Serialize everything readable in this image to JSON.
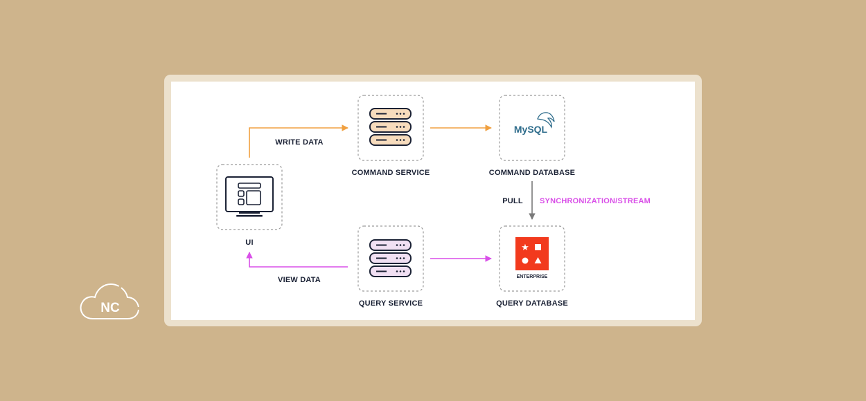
{
  "nodes": {
    "ui": {
      "label": "UI"
    },
    "command_service": {
      "label": "COMMAND SERVICE"
    },
    "command_database": {
      "label": "COMMAND DATABASE",
      "logo_text": "MySQL"
    },
    "query_service": {
      "label": "QUERY SERVICE"
    },
    "query_database": {
      "label": "QUERY DATABASE",
      "logo_text": "ENTERPRISE"
    }
  },
  "edges": {
    "write": {
      "label": "WRITE DATA",
      "color": "#f0a040"
    },
    "view": {
      "label": "VIEW DATA",
      "color": "#d94fe8"
    },
    "pull": {
      "label": "PULL",
      "color": "#7a7a7a"
    },
    "sync": {
      "label": "SYNCHRONIZATION/STREAM",
      "color": "#d94fe8"
    }
  },
  "brand": {
    "logo_text": "NC"
  },
  "colors": {
    "background": "#ceb48c",
    "card_border": "#ece1cd",
    "text": "#1b2235",
    "command_server_fill": "#f7dcbd",
    "query_server_fill": "#f1e0f3",
    "enterprise_red": "#f23a1d",
    "mysql_blue": "#2f6d8c",
    "mysql_orange": "#e48e00"
  },
  "icons": {
    "ui": "monitor-icon",
    "services": "server-stack-icon",
    "command_db": "mysql-logo",
    "query_db": "enterprise-shapes-logo",
    "brand": "cloud-logo"
  }
}
